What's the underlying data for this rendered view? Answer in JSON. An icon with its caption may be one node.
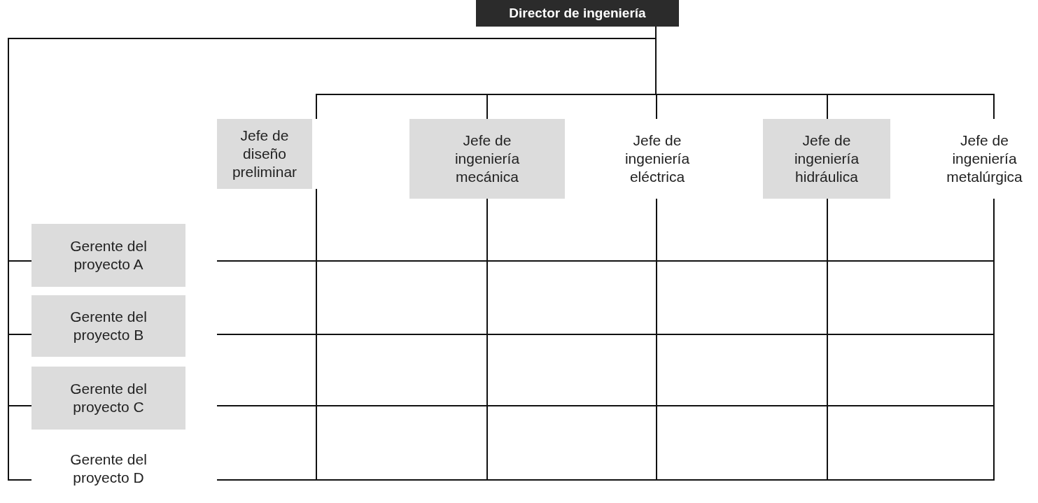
{
  "diagram": {
    "nodes": [
      {
        "text": [
          "Director de ingeniería"
        ]
      },
      {
        "text": [
          "Jefe de diseño preliminar"
        ]
      },
      {
        "text": [
          "Jefe de ingeniería mecánica"
        ]
      },
      {
        "text": [
          "Jefe de ingeniería eléctrica"
        ]
      },
      {
        "text": [
          "Jefe de ingeniería hidráulica"
        ]
      },
      {
        "text": [
          "Jefe de ingeniería metalúrgica"
        ]
      },
      {
        "text": [
          "Gerente del proyecto A"
        ]
      },
      {
        "text": [
          "Gerente del proyecto B"
        ]
      },
      {
        "text": [
          "Gerente del proyecto C"
        ]
      },
      {
        "text": [
          "Gerente del proyecto D"
        ]
      }
    ],
    "edges": [
      {
        "from": 0,
        "to": 1,
        "arrow": "none"
      },
      {
        "from": 0,
        "to": 2,
        "arrow": "none"
      },
      {
        "from": 0,
        "to": 3,
        "arrow": "none"
      },
      {
        "from": 0,
        "to": 4,
        "arrow": "none"
      },
      {
        "from": 0,
        "to": 5,
        "arrow": "none"
      },
      {
        "from": 0,
        "to": 6,
        "arrow": "none"
      },
      {
        "from": 0,
        "to": 7,
        "arrow": "none"
      },
      {
        "from": 0,
        "to": 8,
        "arrow": "none"
      },
      {
        "from": 0,
        "to": 9,
        "arrow": "none"
      }
    ]
  }
}
